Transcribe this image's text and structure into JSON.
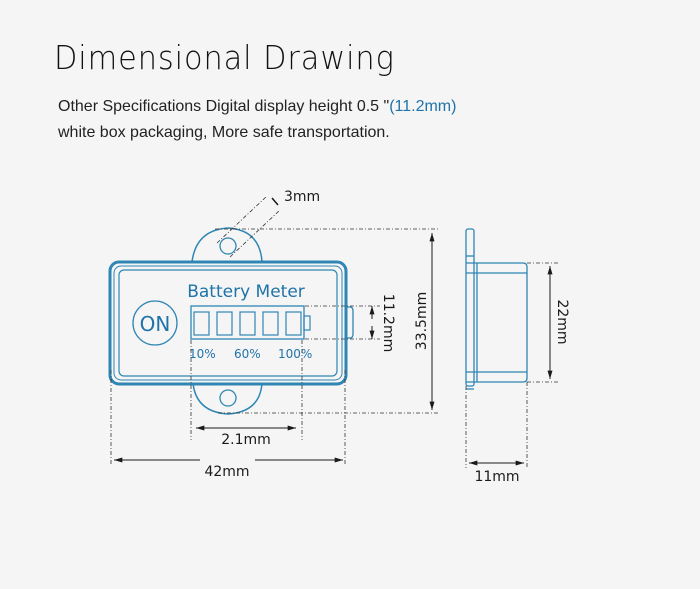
{
  "header": {
    "title": "Dimensional Drawing",
    "spec_line1_prefix": "Other Specifications Digital display height 0.5 \"",
    "spec_line1_accent": "(11.2mm)",
    "spec_line2": "white box packaging, More safe transportation."
  },
  "device": {
    "label": "Battery Meter",
    "button_label": "ON",
    "level_labels": [
      "10%",
      "60%",
      "100%"
    ],
    "segments": 5
  },
  "dimensions": {
    "hole_diameter": "3mm",
    "display_height": "11.2mm",
    "total_height": "33.5mm",
    "body_height": "22mm",
    "display_width": "2.1mm",
    "total_width": "42mm",
    "depth": "11mm"
  },
  "colors": {
    "outline": "#2f86b5",
    "accent_text": "#1f73a8",
    "dimension": "#1a1a1a",
    "background": "#f5f5f5"
  }
}
